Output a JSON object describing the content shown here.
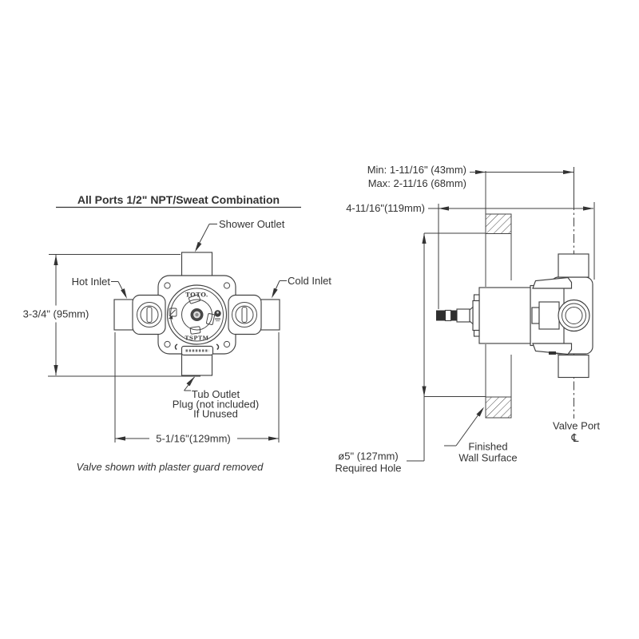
{
  "title": "All Ports 1/2\" NPT/Sweat Combination",
  "colors": {
    "line": "#414141",
    "text": "#333333",
    "background": "#ffffff"
  },
  "front_view": {
    "caption": "Valve shown with plaster guard removed",
    "valve_markings": {
      "brand": "TOTO.",
      "model": "TSPTM"
    },
    "labels": {
      "shower_outlet": "Shower Outlet",
      "hot_inlet": "Hot Inlet",
      "cold_inlet": "Cold Inlet",
      "tub_outlet_line1": "Tub Outlet",
      "tub_outlet_line2": "Plug (not included)",
      "tub_outlet_line3": "If Unused"
    },
    "dimensions": {
      "height": "3-3/4\" (95mm)",
      "width": "5-1/16\"(129mm)"
    }
  },
  "side_view": {
    "dimensions": {
      "min_depth": "Min: 1-11/16\" (43mm)",
      "max_depth": "Max: 2-11/16 (68mm)",
      "overall_depth": "4-11/16\"(119mm)",
      "hole_line1": "ø5\" (127mm)",
      "hole_line2": "Required Hole"
    },
    "labels": {
      "finished_wall_line1": "Finished",
      "finished_wall_line2": "Wall Surface",
      "valve_port": "Valve Port",
      "centerline_symbol": "℄"
    }
  }
}
